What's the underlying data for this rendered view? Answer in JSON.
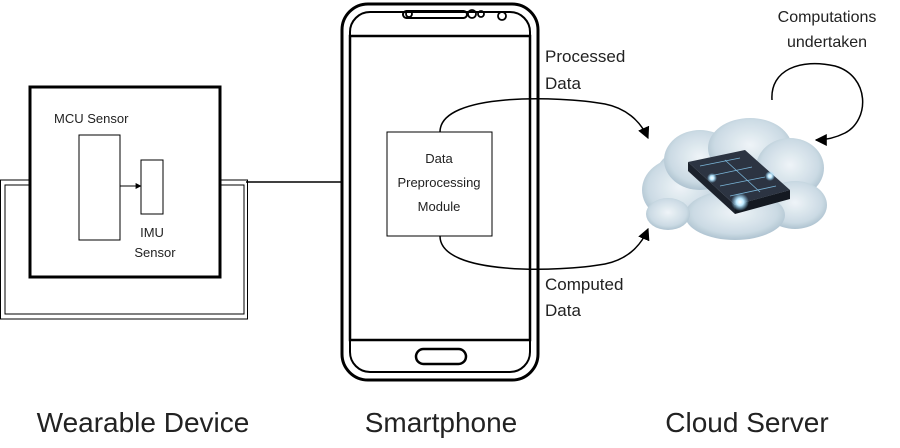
{
  "wearable": {
    "mcu_label": "MCU Sensor",
    "imu_label_line1": "IMU",
    "imu_label_line2": "Sensor",
    "caption": "Wearable Device"
  },
  "smartphone": {
    "module_line1": "Data",
    "module_line2": "Preprocessing",
    "module_line3": "Module",
    "caption": "Smartphone"
  },
  "cloud": {
    "caption": "Cloud Server",
    "note_line1": "Computations",
    "note_line2": "undertaken"
  },
  "flows": {
    "processed_line1": "Processed",
    "processed_line2": "Data",
    "computed_line1": "Computed",
    "computed_line2": "Data"
  },
  "icons": {
    "cloud": "cloud-server-icon",
    "phone": "smartphone-icon"
  },
  "colors": {
    "stroke": "#000000",
    "cloud_light": "#c9d9e3",
    "cloud_dark": "#93aebf",
    "server_body": "#2c3442",
    "server_glow": "#8fd7ff"
  }
}
